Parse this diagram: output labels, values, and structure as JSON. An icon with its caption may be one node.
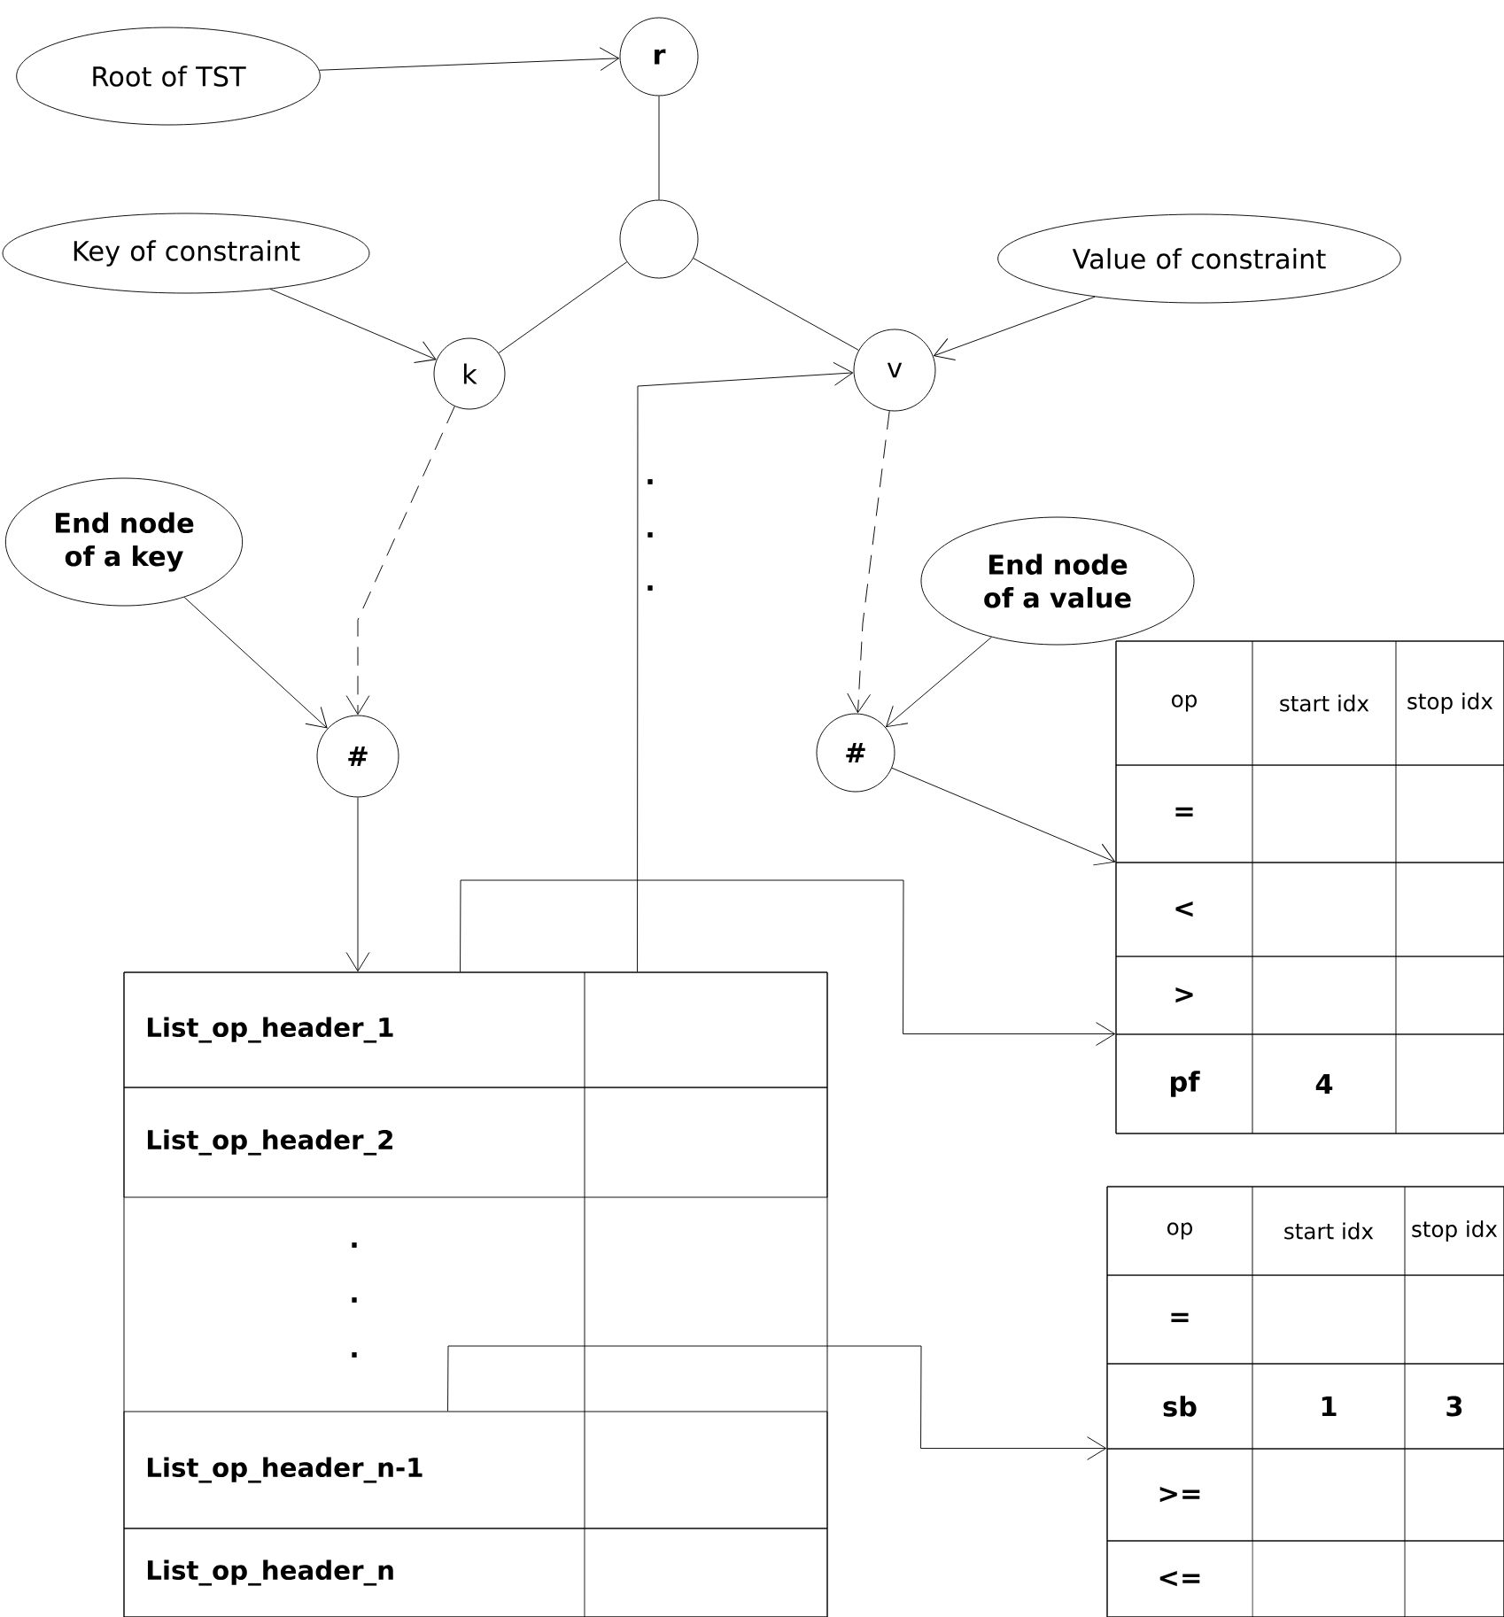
{
  "diagram": {
    "nodes": [
      {
        "text": [
          "Root of TST"
        ]
      },
      {
        "text": [
          "r"
        ]
      },
      {
        "text": [],
        "shape": "circle"
      },
      {
        "text": [
          "Key of constraint"
        ]
      },
      {
        "text": [
          "k"
        ]
      },
      {
        "text": [
          "Value of constraint"
        ]
      },
      {
        "text": [
          "v"
        ]
      },
      {
        "text": [
          "End node of a key"
        ]
      },
      {
        "text": [
          "#"
        ]
      },
      {
        "text": [
          "End node of a value"
        ]
      },
      {
        "text": [
          "#"
        ]
      },
      {
        "text": [],
        "shape": "box"
      },
      {
        "text": [
          "List_op_header_1"
        ],
        "in": 11
      },
      {
        "text": [
          "List_op_header_2"
        ],
        "in": 11
      },
      {
        "text": [
          "List_op_header_n-1"
        ],
        "in": 11
      },
      {
        "text": [
          "List_op_header_n"
        ],
        "in": 11
      },
      {
        "text": [],
        "shape": "box"
      },
      {
        "text": [
          "op",
          "start idx",
          "stop idx"
        ],
        "in": 16
      },
      {
        "text": [
          "="
        ],
        "in": 16
      },
      {
        "text": [
          "<"
        ],
        "in": 16
      },
      {
        "text": [
          ">"
        ],
        "in": 16
      },
      {
        "text": [
          "pf",
          "4"
        ],
        "in": 16
      },
      {
        "text": [],
        "shape": "box"
      },
      {
        "text": [
          "op",
          "start idx",
          "stop idx"
        ],
        "in": 22
      },
      {
        "text": [
          "="
        ],
        "in": 22
      },
      {
        "text": [
          "sb",
          "1",
          "3"
        ],
        "in": 22
      },
      {
        "text": [
          ">="
        ],
        "in": 22
      },
      {
        "text": [
          "<="
        ],
        "in": 22
      }
    ],
    "edges": [
      {
        "from": 0,
        "to": 1,
        "arrow": "to"
      },
      {
        "from": 1,
        "to": 2,
        "arrow": "none"
      },
      {
        "from": 2,
        "to": 4,
        "arrow": "none"
      },
      {
        "from": 2,
        "to": 6,
        "arrow": "none"
      },
      {
        "from": 3,
        "to": 4,
        "arrow": "to"
      },
      {
        "from": 5,
        "to": 6,
        "arrow": "to"
      },
      {
        "from": 4,
        "to": 8,
        "arrow": "to",
        "style": "dashed"
      },
      {
        "from": 6,
        "to": 10,
        "arrow": "to",
        "style": "dashed"
      },
      {
        "from": 7,
        "to": 8,
        "arrow": "to"
      },
      {
        "from": 9,
        "to": 10,
        "arrow": "to"
      },
      {
        "from": 8,
        "to": 12,
        "arrow": "to"
      },
      {
        "from": 12,
        "to": 6,
        "arrow": "to"
      },
      {
        "from": 12,
        "to": 21,
        "arrow": "to"
      },
      {
        "from": 10,
        "to": 19,
        "arrow": "to"
      },
      {
        "from": 14,
        "to": 26,
        "arrow": "to"
      }
    ],
    "labels": [
      ".",
      ".",
      ".",
      ".",
      ".",
      "."
    ]
  }
}
